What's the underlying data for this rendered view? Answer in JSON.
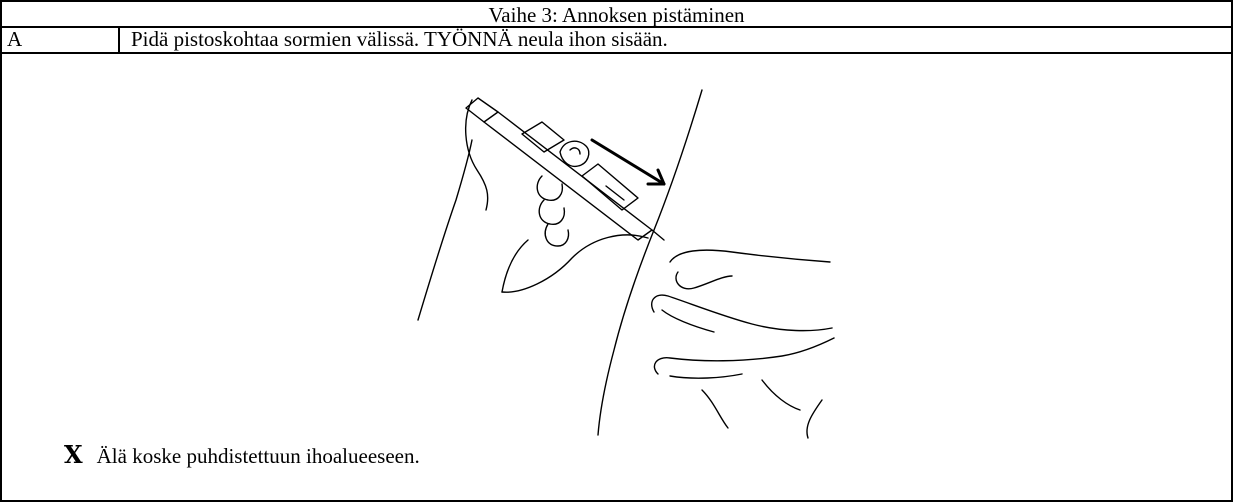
{
  "section_title": "Vaihe 3: Annoksen pistäminen",
  "step": {
    "letter": "A",
    "instruction": "Pidä pistoskohtaa sormien välissä. TYÖNNÄ neula ihon sisään."
  },
  "illustration": {
    "icon": "injection-illustration-icon"
  },
  "warning": {
    "icon_glyph": "X",
    "text": "Älä koske puhdistettuun ihoalueeseen."
  }
}
